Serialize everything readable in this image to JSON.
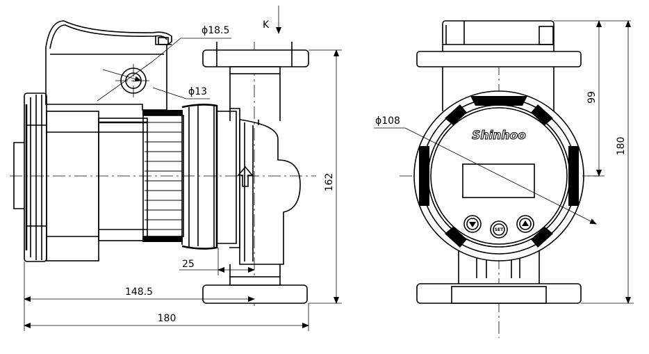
{
  "dimensions": {
    "outlet_diameter": "ϕ18.5",
    "inlet_diameter": "ϕ13",
    "view_marker": "K",
    "height_left": "162",
    "offset_25": "25",
    "length_148_5": "148.5",
    "length_180": "180",
    "front_diameter": "ϕ108",
    "height_99": "99",
    "height_180": "180"
  },
  "front_panel": {
    "brand": "Shinhoo",
    "set_button_label": "SET"
  },
  "icons": [
    "arrow-down-icon",
    "flow-arrow-up-icon",
    "triangle-down-icon",
    "triangle-up-icon"
  ]
}
